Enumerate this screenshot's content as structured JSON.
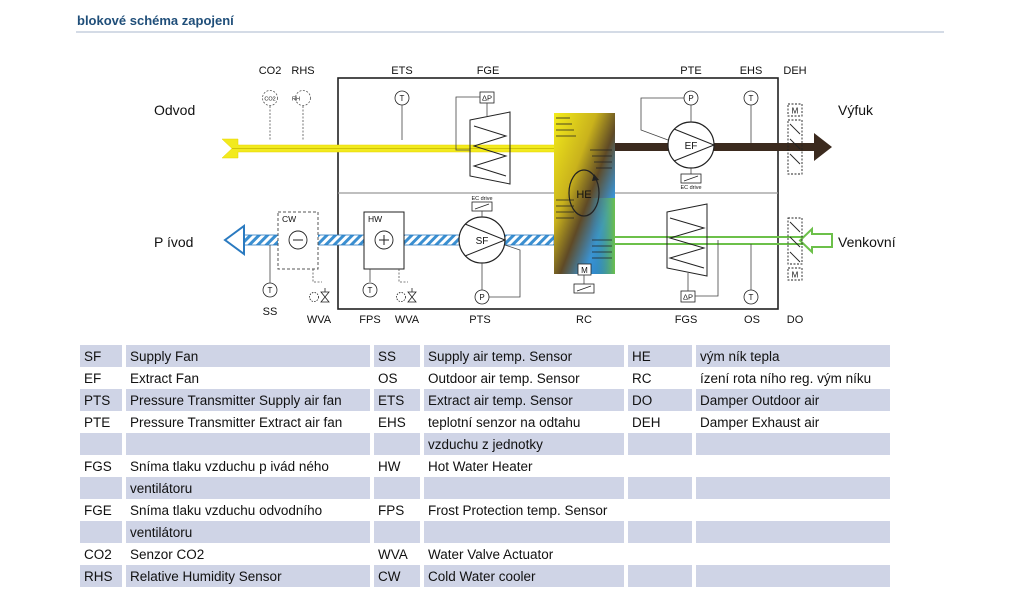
{
  "title": "blokové schéma zapojení",
  "diagram": {
    "top_labels": {
      "co2": "CO2",
      "rhs": "RHS",
      "ets": "ETS",
      "fge": "FGE",
      "pte": "PTE",
      "ehs": "EHS",
      "deh": "DEH"
    },
    "bottom_labels": {
      "ss": "SS",
      "wva1": "WVA",
      "fps": "FPS",
      "wva2": "WVA",
      "pts": "PTS",
      "rc": "RC",
      "fgs": "FGS",
      "os": "OS",
      "do": "DO"
    },
    "side_labels": {
      "odvod": "Odvod",
      "privod": "P ívod",
      "vyfuk": "Výfuk",
      "venkovni": "Venkovní"
    },
    "symbols": {
      "temp": "T",
      "pressure": "P",
      "delta_p": "ΔP",
      "co2": "CO2",
      "rh": "RH",
      "motor": "M",
      "he": "HE",
      "ef": "EF",
      "sf": "SF",
      "hw": "HW",
      "cw": "CW",
      "ec_drive": "EC drive"
    },
    "colors": {
      "extract_air": "#f2ea1e",
      "exhaust_air": "#3b2a1e",
      "supply_air": "#3a8fd1",
      "outdoor_air": "#6cc04a"
    }
  },
  "legend": [
    [
      "SF",
      "Supply Fan",
      "SS",
      "Supply air temp. Sensor",
      "HE",
      "vým  ník tepla"
    ],
    [
      "EF",
      "Extract Fan",
      "OS",
      "Outdoor air temp. Sensor",
      "RC",
      "ízení rota  ního reg. vým  níku"
    ],
    [
      "PTS",
      "Pressure Transmitter Supply air fan",
      "ETS",
      "Extract air temp. Sensor",
      "DO",
      "Damper Outdoor air"
    ],
    [
      "PTE",
      "Pressure Transmitter Extract air fan",
      "EHS",
      "teplotní senzor na odtahu",
      "DEH",
      "Damper Exhaust air"
    ],
    [
      "",
      "",
      "",
      "vzduchu z jednotky",
      "",
      ""
    ],
    [
      "FGS",
      "Sníma  tlaku vzduchu p ivád ného",
      "HW",
      "Hot Water Heater",
      "",
      ""
    ],
    [
      "",
      "ventilátoru",
      "",
      "",
      "",
      ""
    ],
    [
      "FGE",
      "Sníma  tlaku vzduchu odvodního",
      "FPS",
      "Frost Protection temp. Sensor",
      "",
      ""
    ],
    [
      "",
      "ventilátoru",
      "",
      "",
      "",
      ""
    ],
    [
      "CO2",
      "Senzor CO2",
      "WVA",
      "Water Valve Actuator",
      "",
      ""
    ],
    [
      "RHS",
      "Relative Humidity Sensor",
      "CW",
      "Cold Water cooler",
      "",
      ""
    ]
  ]
}
